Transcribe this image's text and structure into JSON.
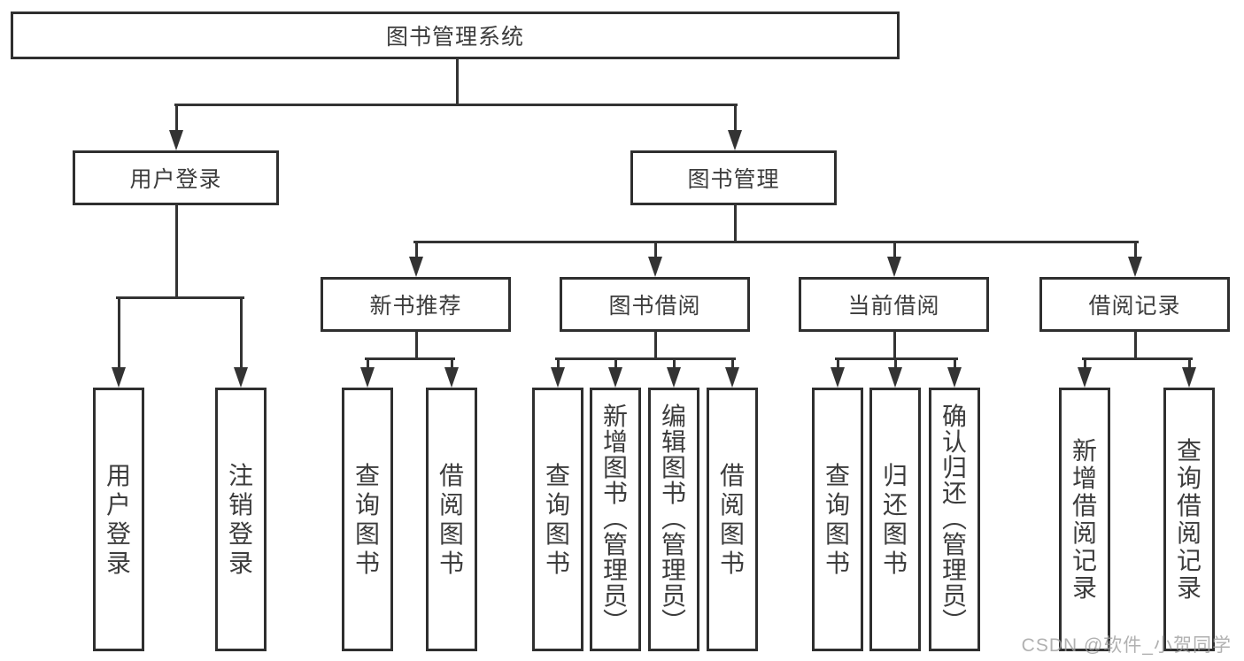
{
  "diagram": {
    "root": {
      "label": "图书管理系统"
    },
    "branches": [
      {
        "label": "用户登录",
        "children": [
          {
            "label": "用户登录"
          },
          {
            "label": "注销登录"
          }
        ]
      },
      {
        "label": "图书管理",
        "children": [
          {
            "label": "新书推荐",
            "children": [
              {
                "label": "查询图书"
              },
              {
                "label": "借阅图书"
              }
            ]
          },
          {
            "label": "图书借阅",
            "children": [
              {
                "label": "查询图书"
              },
              {
                "label": "新增图书（管理员）"
              },
              {
                "label": "编辑图书（管理员）"
              },
              {
                "label": "借阅图书"
              }
            ]
          },
          {
            "label": "当前借阅",
            "children": [
              {
                "label": "查询图书"
              },
              {
                "label": "归还图书"
              },
              {
                "label": "确认归还（管理员）"
              }
            ]
          },
          {
            "label": "借阅记录",
            "children": [
              {
                "label": "新增借阅记录"
              },
              {
                "label": "查询借阅记录"
              }
            ]
          }
        ]
      }
    ]
  },
  "watermark": {
    "text": "CSDN @软件_小贺同学"
  },
  "colors": {
    "line": "#333333",
    "border": "#2f2f2f",
    "text": "#3c3c3c",
    "background": "#ffffff",
    "watermark": "#9e9e9e"
  }
}
